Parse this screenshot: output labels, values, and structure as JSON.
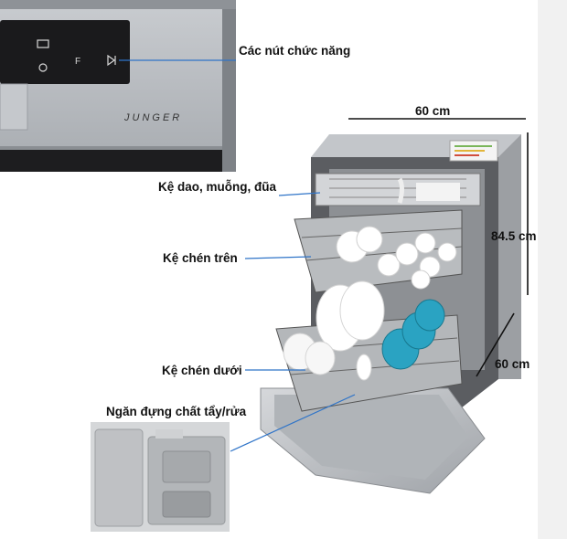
{
  "labels": {
    "control_buttons": "Các nút chức năng",
    "cutlery_rack": "Kệ dao, muỗng, đũa",
    "upper_rack": "Kệ chén trên",
    "lower_rack": "Kệ chén dưới",
    "detergent_compartment": "Ngăn đựng chất tẩy/rửa"
  },
  "dimensions": {
    "width": "60 cm",
    "height": "84.5 cm",
    "depth": "60 cm"
  },
  "panel": {
    "brand": "JUNGER",
    "button_f": "F"
  },
  "colors": {
    "callout_line": "#2f74c8",
    "steel": "#b9bcc0",
    "panel_black": "#1a1a1c",
    "dish_blue": "#2aa3c2"
  }
}
